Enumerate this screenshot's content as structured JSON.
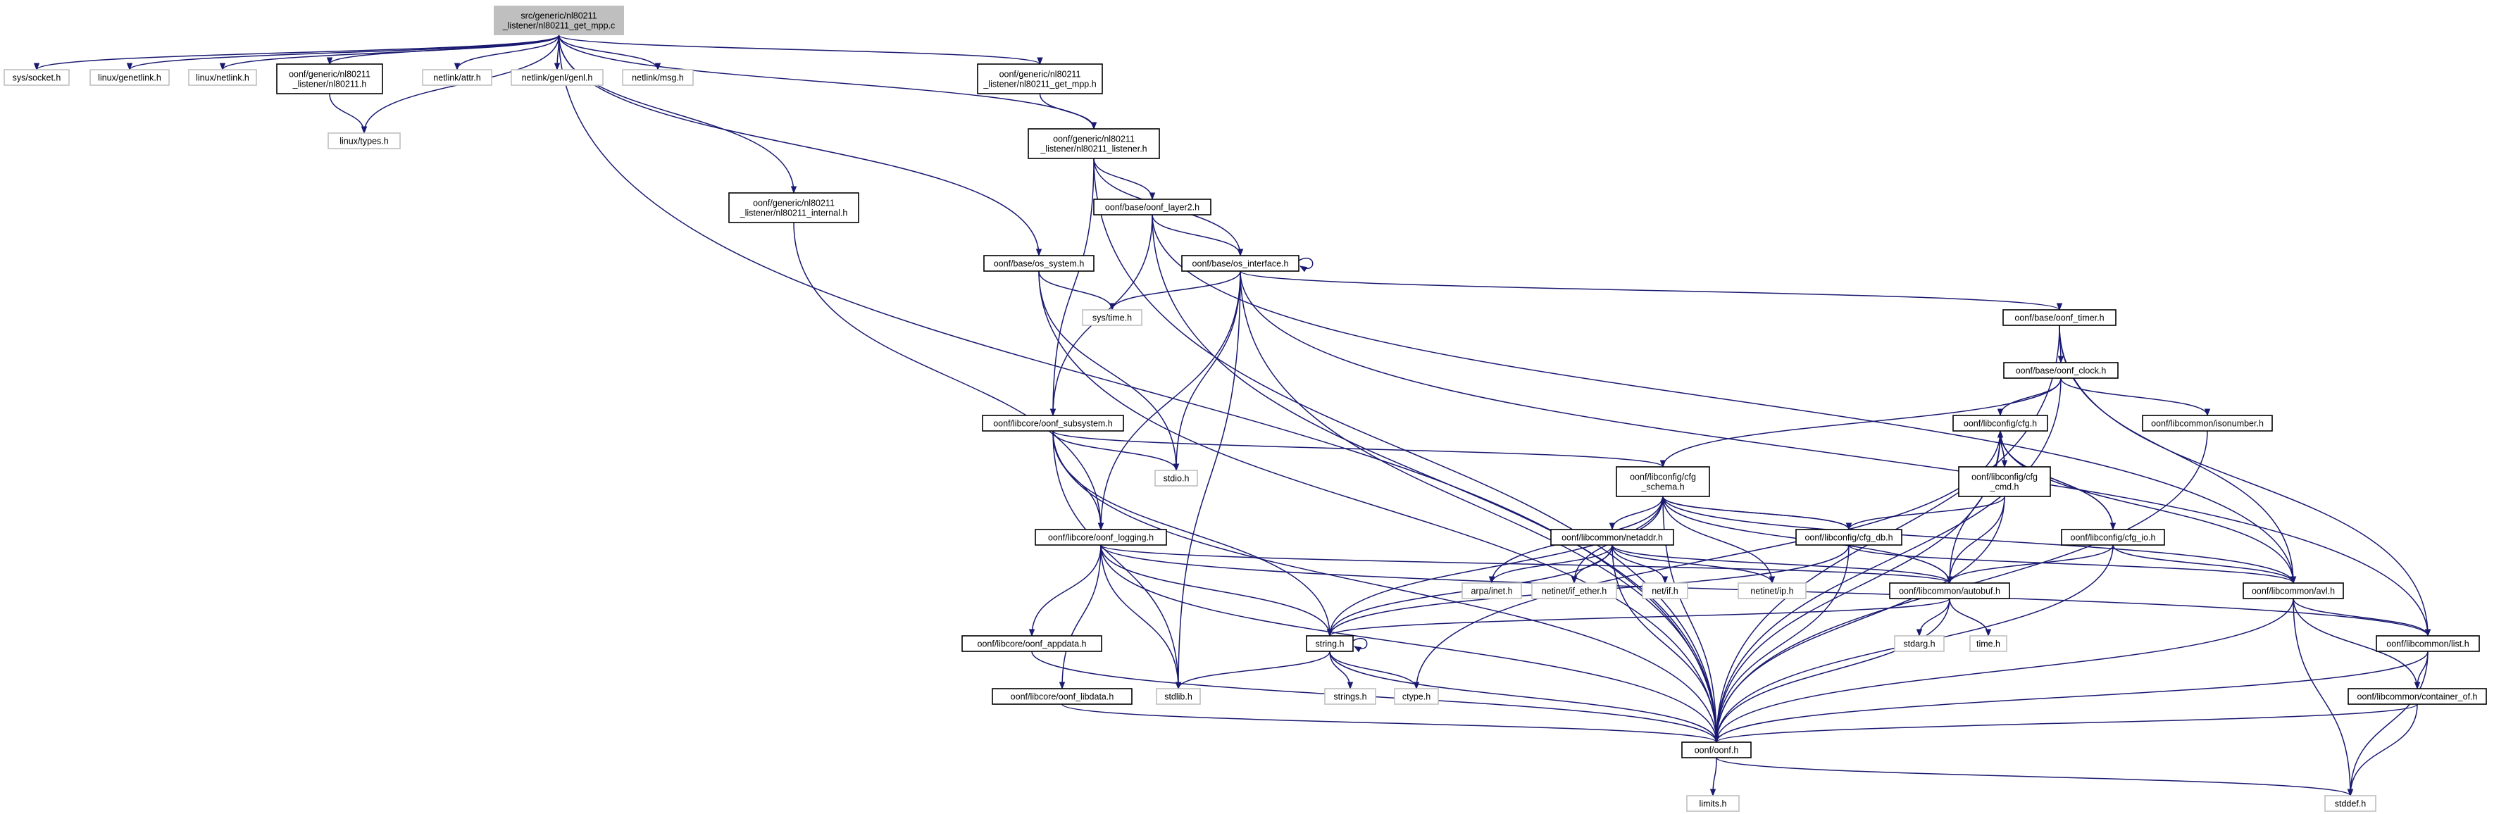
{
  "graph": {
    "title": "Include dependency graph",
    "edge_color": "#191970",
    "root_fill": "#bfbfbf",
    "nodes": [
      {
        "id": "root",
        "lines": [
          "src/generic/nl80211",
          "_listener/nl80211_get_mpp.c"
        ],
        "kind": "root"
      },
      {
        "id": "sys_socket",
        "lines": [
          "sys/socket.h"
        ],
        "kind": "ext"
      },
      {
        "id": "linux_genetlink",
        "lines": [
          "linux/genetlink.h"
        ],
        "kind": "ext"
      },
      {
        "id": "linux_netlink",
        "lines": [
          "linux/netlink.h"
        ],
        "kind": "ext"
      },
      {
        "id": "nl80211_h",
        "lines": [
          "oonf/generic/nl80211",
          "_listener/nl80211.h"
        ],
        "kind": "int"
      },
      {
        "id": "netlink_attr",
        "lines": [
          "netlink/attr.h"
        ],
        "kind": "ext"
      },
      {
        "id": "netlink_genl",
        "lines": [
          "netlink/genl/genl.h"
        ],
        "kind": "ext"
      },
      {
        "id": "netlink_msg",
        "lines": [
          "netlink/msg.h"
        ],
        "kind": "ext"
      },
      {
        "id": "get_mpp_h",
        "lines": [
          "oonf/generic/nl80211",
          "_listener/nl80211_get_mpp.h"
        ],
        "kind": "int"
      },
      {
        "id": "linux_types",
        "lines": [
          "linux/types.h"
        ],
        "kind": "ext"
      },
      {
        "id": "listener_h",
        "lines": [
          "oonf/generic/nl80211",
          "_listener/nl80211_listener.h"
        ],
        "kind": "int"
      },
      {
        "id": "internal_h",
        "lines": [
          "oonf/generic/nl80211",
          "_listener/nl80211_internal.h"
        ],
        "kind": "int"
      },
      {
        "id": "oonf_layer2",
        "lines": [
          "oonf/base/oonf_layer2.h"
        ],
        "kind": "int"
      },
      {
        "id": "os_system",
        "lines": [
          "oonf/base/os_system.h"
        ],
        "kind": "int"
      },
      {
        "id": "os_interface",
        "lines": [
          "oonf/base/os_interface.h"
        ],
        "kind": "int"
      },
      {
        "id": "sys_time",
        "lines": [
          "sys/time.h"
        ],
        "kind": "ext"
      },
      {
        "id": "oonf_timer",
        "lines": [
          "oonf/base/oonf_timer.h"
        ],
        "kind": "int"
      },
      {
        "id": "oonf_clock",
        "lines": [
          "oonf/base/oonf_clock.h"
        ],
        "kind": "int"
      },
      {
        "id": "oonf_subsystem",
        "lines": [
          "oonf/libcore/oonf_subsystem.h"
        ],
        "kind": "int"
      },
      {
        "id": "cfg_h",
        "lines": [
          "oonf/libconfig/cfg.h"
        ],
        "kind": "int"
      },
      {
        "id": "isonumber",
        "lines": [
          "oonf/libcommon/isonumber.h"
        ],
        "kind": "int"
      },
      {
        "id": "stdio",
        "lines": [
          "stdio.h"
        ],
        "kind": "ext"
      },
      {
        "id": "cfg_schema",
        "lines": [
          "oonf/libconfig/cfg",
          "_schema.h"
        ],
        "kind": "int"
      },
      {
        "id": "cfg_cmd",
        "lines": [
          "oonf/libconfig/cfg",
          "_cmd.h"
        ],
        "kind": "int"
      },
      {
        "id": "cfg_db",
        "lines": [
          "oonf/libconfig/cfg_db.h"
        ],
        "kind": "int"
      },
      {
        "id": "cfg_io",
        "lines": [
          "oonf/libconfig/cfg_io.h"
        ],
        "kind": "int"
      },
      {
        "id": "oonf_logging",
        "lines": [
          "oonf/libcore/oonf_logging.h"
        ],
        "kind": "int"
      },
      {
        "id": "netaddr",
        "lines": [
          "oonf/libcommon/netaddr.h"
        ],
        "kind": "int"
      },
      {
        "id": "arpa_inet",
        "lines": [
          "arpa/inet.h"
        ],
        "kind": "ext"
      },
      {
        "id": "if_ether",
        "lines": [
          "netinet/if_ether.h"
        ],
        "kind": "ext"
      },
      {
        "id": "net_if",
        "lines": [
          "net/if.h"
        ],
        "kind": "ext"
      },
      {
        "id": "netinet_ip",
        "lines": [
          "netinet/ip.h"
        ],
        "kind": "ext"
      },
      {
        "id": "autobuf",
        "lines": [
          "oonf/libcommon/autobuf.h"
        ],
        "kind": "int"
      },
      {
        "id": "avl",
        "lines": [
          "oonf/libcommon/avl.h"
        ],
        "kind": "int"
      },
      {
        "id": "oonf_appdata",
        "lines": [
          "oonf/libcore/oonf_appdata.h"
        ],
        "kind": "int"
      },
      {
        "id": "string_h",
        "lines": [
          "string.h"
        ],
        "kind": "int"
      },
      {
        "id": "stdarg",
        "lines": [
          "stdarg.h"
        ],
        "kind": "ext"
      },
      {
        "id": "time_h",
        "lines": [
          "time.h"
        ],
        "kind": "ext"
      },
      {
        "id": "list_h",
        "lines": [
          "oonf/libcommon/list.h"
        ],
        "kind": "int"
      },
      {
        "id": "oonf_libdata",
        "lines": [
          "oonf/libcore/oonf_libdata.h"
        ],
        "kind": "int"
      },
      {
        "id": "stdlib",
        "lines": [
          "stdlib.h"
        ],
        "kind": "ext"
      },
      {
        "id": "strings_h",
        "lines": [
          "strings.h"
        ],
        "kind": "ext"
      },
      {
        "id": "ctype",
        "lines": [
          "ctype.h"
        ],
        "kind": "ext"
      },
      {
        "id": "container_of",
        "lines": [
          "oonf/libcommon/container_of.h"
        ],
        "kind": "int"
      },
      {
        "id": "oonf_h",
        "lines": [
          "oonf/oonf.h"
        ],
        "kind": "int"
      },
      {
        "id": "limits",
        "lines": [
          "limits.h"
        ],
        "kind": "ext"
      },
      {
        "id": "stddef",
        "lines": [
          "stddef.h"
        ],
        "kind": "ext"
      }
    ],
    "edges": [
      [
        "root",
        "sys_socket"
      ],
      [
        "root",
        "linux_genetlink"
      ],
      [
        "root",
        "linux_netlink"
      ],
      [
        "root",
        "nl80211_h"
      ],
      [
        "root",
        "netlink_attr"
      ],
      [
        "root",
        "netlink_genl"
      ],
      [
        "root",
        "netlink_msg"
      ],
      [
        "root",
        "get_mpp_h"
      ],
      [
        "root",
        "linux_types"
      ],
      [
        "root",
        "listener_h"
      ],
      [
        "root",
        "internal_h"
      ],
      [
        "root",
        "os_system"
      ],
      [
        "root",
        "oonf_h"
      ],
      [
        "nl80211_h",
        "linux_types"
      ],
      [
        "get_mpp_h",
        "listener_h"
      ],
      [
        "listener_h",
        "oonf_layer2"
      ],
      [
        "listener_h",
        "os_interface"
      ],
      [
        "listener_h",
        "oonf_subsystem"
      ],
      [
        "listener_h",
        "oonf_h"
      ],
      [
        "internal_h",
        "oonf_logging"
      ],
      [
        "oonf_layer2",
        "os_interface"
      ],
      [
        "oonf_layer2",
        "oonf_subsystem"
      ],
      [
        "oonf_layer2",
        "avl"
      ],
      [
        "oonf_layer2",
        "oonf_h"
      ],
      [
        "os_system",
        "sys_time"
      ],
      [
        "os_system",
        "stdio"
      ],
      [
        "os_system",
        "oonf_h"
      ],
      [
        "os_interface",
        "os_interface"
      ],
      [
        "os_interface",
        "sys_time"
      ],
      [
        "os_interface",
        "oonf_timer"
      ],
      [
        "os_interface",
        "stdio"
      ],
      [
        "os_interface",
        "stdlib"
      ],
      [
        "os_interface",
        "oonf_logging"
      ],
      [
        "os_interface",
        "list_h"
      ],
      [
        "os_interface",
        "oonf_h"
      ],
      [
        "oonf_timer",
        "oonf_clock"
      ],
      [
        "oonf_timer",
        "avl"
      ],
      [
        "oonf_timer",
        "list_h"
      ],
      [
        "oonf_timer",
        "oonf_h"
      ],
      [
        "oonf_clock",
        "cfg_schema"
      ],
      [
        "oonf_clock",
        "cfg_h"
      ],
      [
        "oonf_clock",
        "isonumber"
      ],
      [
        "oonf_clock",
        "oonf_h"
      ],
      [
        "oonf_subsystem",
        "stdio"
      ],
      [
        "oonf_subsystem",
        "cfg_schema"
      ],
      [
        "oonf_subsystem",
        "oonf_logging"
      ],
      [
        "oonf_subsystem",
        "string_h"
      ],
      [
        "oonf_subsystem",
        "stdlib"
      ],
      [
        "oonf_subsystem",
        "oonf_h"
      ],
      [
        "cfg_h",
        "cfg_cmd"
      ],
      [
        "cfg_h",
        "cfg_io"
      ],
      [
        "cfg_h",
        "autobuf"
      ],
      [
        "cfg_h",
        "avl"
      ],
      [
        "cfg_h",
        "ctype"
      ],
      [
        "cfg_h",
        "oonf_h"
      ],
      [
        "isonumber",
        "oonf_h"
      ],
      [
        "cfg_schema",
        "cfg_db"
      ],
      [
        "cfg_schema",
        "netaddr"
      ],
      [
        "cfg_schema",
        "arpa_inet"
      ],
      [
        "cfg_schema",
        "if_ether"
      ],
      [
        "cfg_schema",
        "netinet_ip"
      ],
      [
        "cfg_schema",
        "autobuf"
      ],
      [
        "cfg_schema",
        "avl"
      ],
      [
        "cfg_schema",
        "string_h"
      ],
      [
        "cfg_schema",
        "oonf_h"
      ],
      [
        "cfg_cmd",
        "cfg_h"
      ],
      [
        "cfg_cmd",
        "cfg_db"
      ],
      [
        "cfg_cmd",
        "autobuf"
      ],
      [
        "cfg_cmd",
        "oonf_h"
      ],
      [
        "cfg_db",
        "cfg_schema"
      ],
      [
        "cfg_db",
        "avl"
      ],
      [
        "cfg_db",
        "string_h"
      ],
      [
        "cfg_db",
        "oonf_h"
      ],
      [
        "cfg_io",
        "cfg_h"
      ],
      [
        "cfg_io",
        "autobuf"
      ],
      [
        "cfg_io",
        "avl"
      ],
      [
        "cfg_io",
        "oonf_h"
      ],
      [
        "oonf_logging",
        "oonf_appdata"
      ],
      [
        "oonf_logging",
        "oonf_libdata"
      ],
      [
        "oonf_logging",
        "autobuf"
      ],
      [
        "oonf_logging",
        "list_h"
      ],
      [
        "oonf_logging",
        "string_h"
      ],
      [
        "oonf_logging",
        "stdlib"
      ],
      [
        "oonf_logging",
        "oonf_h"
      ],
      [
        "netaddr",
        "arpa_inet"
      ],
      [
        "netaddr",
        "if_ether"
      ],
      [
        "netaddr",
        "net_if"
      ],
      [
        "netaddr",
        "netinet_ip"
      ],
      [
        "netaddr",
        "autobuf"
      ],
      [
        "netaddr",
        "string_h"
      ],
      [
        "netaddr",
        "oonf_h"
      ],
      [
        "autobuf",
        "stdarg"
      ],
      [
        "autobuf",
        "time_h"
      ],
      [
        "autobuf",
        "string_h"
      ],
      [
        "autobuf",
        "oonf_h"
      ],
      [
        "avl",
        "list_h"
      ],
      [
        "avl",
        "container_of"
      ],
      [
        "avl",
        "stddef"
      ],
      [
        "avl",
        "oonf_h"
      ],
      [
        "list_h",
        "container_of"
      ],
      [
        "list_h",
        "stddef"
      ],
      [
        "list_h",
        "oonf_h"
      ],
      [
        "oonf_appdata",
        "oonf_h"
      ],
      [
        "oonf_libdata",
        "oonf_h"
      ],
      [
        "string_h",
        "string_h"
      ],
      [
        "string_h",
        "strings_h"
      ],
      [
        "string_h",
        "ctype"
      ],
      [
        "string_h",
        "stdlib"
      ],
      [
        "string_h",
        "oonf_h"
      ],
      [
        "container_of",
        "stddef"
      ],
      [
        "container_of",
        "oonf_h"
      ],
      [
        "oonf_h",
        "limits"
      ],
      [
        "oonf_h",
        "stddef"
      ]
    ]
  }
}
